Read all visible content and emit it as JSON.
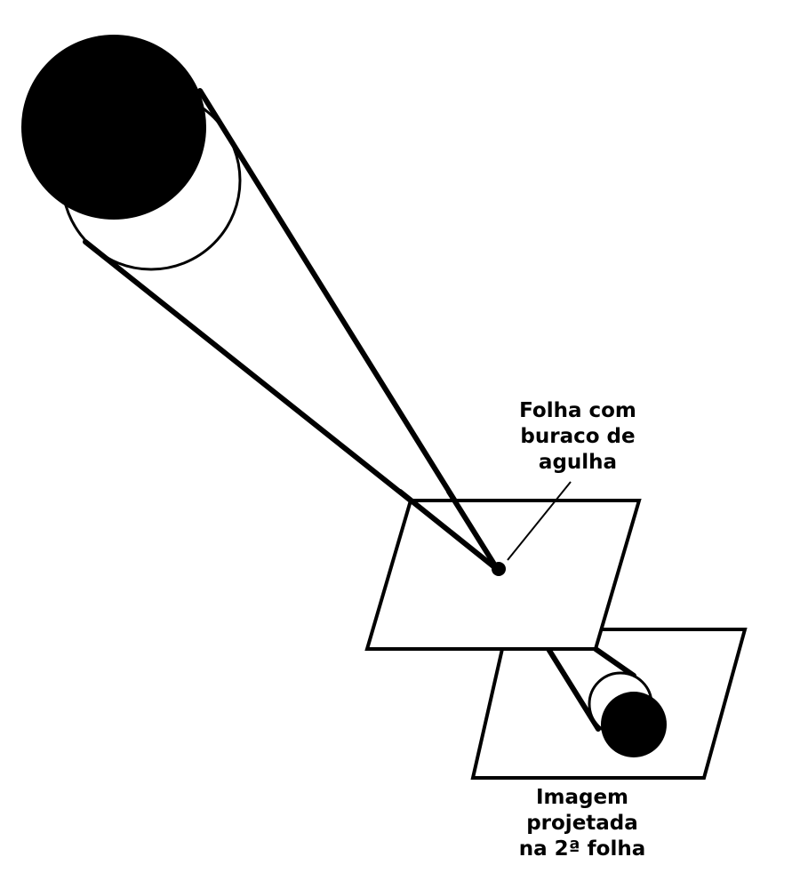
{
  "colors": {
    "stroke": "#000000",
    "fill": "#ffffff",
    "dark": "#000000"
  },
  "labels": {
    "pinhole_sheet": [
      "Folha com",
      "buraco de",
      "agulha"
    ],
    "projected_image": [
      "Imagem",
      "projetada",
      "na 2ª folha"
    ]
  }
}
